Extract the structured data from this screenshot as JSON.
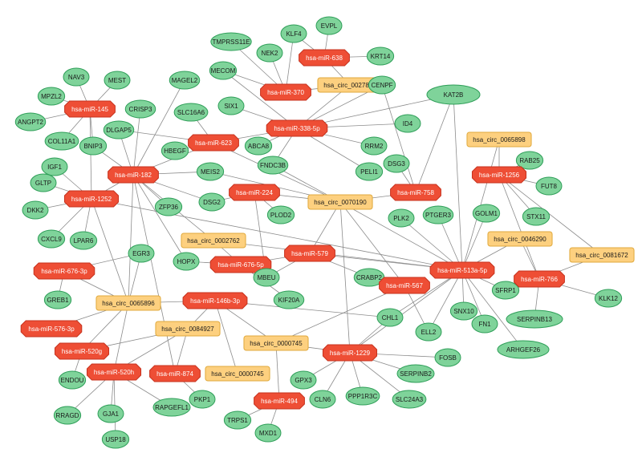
{
  "colors": {
    "gene_fill": "#7fd39a",
    "gene_stroke": "#2e9e58",
    "mirna_fill": "#ee4e35",
    "mirna_stroke": "#c7321d",
    "circ_fill": "#fdd07f",
    "circ_stroke": "#e0a93c",
    "edge": "#8c8c8c"
  },
  "node_types": {
    "gene": "ellipse",
    "mirna": "octagon",
    "circ": "rounded-rect"
  },
  "nodes": {
    "evpl": {
      "label": "EVPL",
      "type": "gene"
    },
    "klf4": {
      "label": "KLF4",
      "type": "gene"
    },
    "tmprss11e": {
      "label": "TMPRSS11E",
      "type": "gene"
    },
    "nek2": {
      "label": "NEK2",
      "type": "gene"
    },
    "krt14": {
      "label": "KRT14",
      "type": "gene"
    },
    "mir638": {
      "label": "hsa-miR-638",
      "type": "mirna"
    },
    "mecom": {
      "label": "MECOM",
      "type": "gene"
    },
    "mir370": {
      "label": "hsa-miR-370",
      "type": "mirna"
    },
    "circ0027821": {
      "label": "hsa_circ_0027821",
      "type": "circ"
    },
    "cenpf": {
      "label": "CENPF",
      "type": "gene"
    },
    "kat2b": {
      "label": "KAT2B",
      "type": "gene"
    },
    "nav3": {
      "label": "NAV3",
      "type": "gene"
    },
    "mest": {
      "label": "MEST",
      "type": "gene"
    },
    "magel2": {
      "label": "MAGEL2",
      "type": "gene"
    },
    "mpzl2": {
      "label": "MPZL2",
      "type": "gene"
    },
    "mir145": {
      "label": "hsa-miR-145",
      "type": "mirna"
    },
    "angpt2": {
      "label": "ANGPT2",
      "type": "gene"
    },
    "crisp3": {
      "label": "CRISP3",
      "type": "gene"
    },
    "col11a1": {
      "label": "COL11A1",
      "type": "gene"
    },
    "bnip3": {
      "label": "BNIP3",
      "type": "gene"
    },
    "dlgap5": {
      "label": "DLGAP5",
      "type": "gene"
    },
    "slc16a6": {
      "label": "SLC16A6",
      "type": "gene"
    },
    "six1": {
      "label": "SIX1",
      "type": "gene"
    },
    "mir338": {
      "label": "hsa-miR-338-5p",
      "type": "mirna"
    },
    "id4": {
      "label": "ID4",
      "type": "gene"
    },
    "mir623": {
      "label": "hsa-miR-623",
      "type": "mirna"
    },
    "abca8": {
      "label": "ABCA8",
      "type": "gene"
    },
    "rrm2": {
      "label": "RRM2",
      "type": "gene"
    },
    "circ0065898": {
      "label": "hsa_circ_0065898",
      "type": "circ"
    },
    "igf1": {
      "label": "IGF1",
      "type": "gene"
    },
    "hbegf": {
      "label": "HBEGF",
      "type": "gene"
    },
    "fndc3b": {
      "label": "FNDC3B",
      "type": "gene"
    },
    "peli1": {
      "label": "PELI1",
      "type": "gene"
    },
    "dsg3": {
      "label": "DSG3",
      "type": "gene"
    },
    "rab25": {
      "label": "RAB25",
      "type": "gene"
    },
    "gltp": {
      "label": "GLTP",
      "type": "gene"
    },
    "mir182": {
      "label": "hsa-miR-182",
      "type": "mirna"
    },
    "meis2": {
      "label": "MEIS2",
      "type": "gene"
    },
    "mir1256": {
      "label": "hsa-miR-1256",
      "type": "mirna"
    },
    "fut8": {
      "label": "FUT8",
      "type": "gene"
    },
    "mir224": {
      "label": "hsa-miR-224",
      "type": "mirna"
    },
    "mir758": {
      "label": "hsa-miR-758",
      "type": "mirna"
    },
    "mir1252": {
      "label": "hsa-miR-1252",
      "type": "mirna"
    },
    "dsg2": {
      "label": "DSG2",
      "type": "gene"
    },
    "circ0070190": {
      "label": "hsa_circ_0070190",
      "type": "circ"
    },
    "dkk2": {
      "label": "DKK2",
      "type": "gene"
    },
    "zfp36": {
      "label": "ZFP36",
      "type": "gene"
    },
    "plod2": {
      "label": "PLOD2",
      "type": "gene"
    },
    "stx11": {
      "label": "STX11",
      "type": "gene"
    },
    "plk2": {
      "label": "PLK2",
      "type": "gene"
    },
    "ptger3": {
      "label": "PTGER3",
      "type": "gene"
    },
    "golm1": {
      "label": "GOLM1",
      "type": "gene"
    },
    "cxcl9": {
      "label": "CXCL9",
      "type": "gene"
    },
    "lpar6": {
      "label": "LPAR6",
      "type": "gene"
    },
    "circ0002762": {
      "label": "hsa_circ_0002762",
      "type": "circ"
    },
    "circ0046290": {
      "label": "hsa_circ_0046290",
      "type": "circ"
    },
    "egr3": {
      "label": "EGR3",
      "type": "gene"
    },
    "circ0081672": {
      "label": "hsa_circ_0081672",
      "type": "circ"
    },
    "mir579": {
      "label": "hsa-miR-579",
      "type": "mirna"
    },
    "mir6763p": {
      "label": "hsa-miR-676-3p",
      "type": "mirna"
    },
    "hopx": {
      "label": "HOPX",
      "type": "gene"
    },
    "mir6765p": {
      "label": "hsa-miR-676-5p",
      "type": "mirna"
    },
    "mir513a": {
      "label": "hsa-miR-513a-5p",
      "type": "mirna"
    },
    "sfrp1": {
      "label": "SFRP1",
      "type": "gene"
    },
    "mir766": {
      "label": "hsa-miR-766",
      "type": "mirna"
    },
    "mbeu": {
      "label": "MBEU",
      "type": "gene"
    },
    "crabp2": {
      "label": "CRABP2",
      "type": "gene"
    },
    "greb1": {
      "label": "GREB1",
      "type": "gene"
    },
    "mir567": {
      "label": "hsa-miR-567",
      "type": "mirna"
    },
    "klk12": {
      "label": "KLK12",
      "type": "gene"
    },
    "circ0065896": {
      "label": "hsa_circ_0065896",
      "type": "circ"
    },
    "mir146b": {
      "label": "hsa-miR-146b-3p",
      "type": "mirna"
    },
    "kif20a": {
      "label": "KIF20A",
      "type": "gene"
    },
    "snx10": {
      "label": "SNX10",
      "type": "gene"
    },
    "serpinb13": {
      "label": "SERPINB13",
      "type": "gene"
    },
    "mir5763p": {
      "label": "hsa-miR-576-3p",
      "type": "mirna"
    },
    "circ0084927": {
      "label": "hsa_circ_0084927",
      "type": "circ"
    },
    "chl1": {
      "label": "CHL1",
      "type": "gene"
    },
    "ell2": {
      "label": "ELL2",
      "type": "gene"
    },
    "fn1": {
      "label": "FN1",
      "type": "gene"
    },
    "arhgef26": {
      "label": "ARHGEF26",
      "type": "gene"
    },
    "mir520g": {
      "label": "hsa-miR-520g",
      "type": "mirna"
    },
    "circ0000745a": {
      "label": "hsa_circ_0000745",
      "type": "circ"
    },
    "mir1229": {
      "label": "hsa-miR-1229",
      "type": "mirna"
    },
    "fosb": {
      "label": "FOSB",
      "type": "gene"
    },
    "endou": {
      "label": "ENDOU",
      "type": "gene"
    },
    "mir520h": {
      "label": "hsa-miR-520h",
      "type": "mirna"
    },
    "mir874": {
      "label": "hsa-miR-874",
      "type": "mirna"
    },
    "circ0000745b": {
      "label": "hsa_circ_0000745",
      "type": "circ"
    },
    "gpx3": {
      "label": "GPX3",
      "type": "gene"
    },
    "serpinb2": {
      "label": "SERPINB2",
      "type": "gene"
    },
    "rragd": {
      "label": "RRAGD",
      "type": "gene"
    },
    "gja1": {
      "label": "GJA1",
      "type": "gene"
    },
    "rapgefl1": {
      "label": "RAPGEFL1",
      "type": "gene"
    },
    "pkp1": {
      "label": "PKP1",
      "type": "gene"
    },
    "cln6": {
      "label": "CLN6",
      "type": "gene"
    },
    "ppp1r3c": {
      "label": "PPP1R3C",
      "type": "gene"
    },
    "slc24a3": {
      "label": "SLC24A3",
      "type": "gene"
    },
    "mir494": {
      "label": "hsa-miR-494",
      "type": "mirna"
    },
    "usp18": {
      "label": "USP18",
      "type": "gene"
    },
    "trps1": {
      "label": "TRPS1",
      "type": "gene"
    },
    "mxd1": {
      "label": "MXD1",
      "type": "gene"
    }
  },
  "edges": [
    [
      "mir638",
      "evpl"
    ],
    [
      "mir638",
      "klf4"
    ],
    [
      "mir638",
      "krt14"
    ],
    [
      "mir638",
      "circ0027821"
    ],
    [
      "mir370",
      "tmprss11e"
    ],
    [
      "mir370",
      "nek2"
    ],
    [
      "mir370",
      "mecom"
    ],
    [
      "mir370",
      "klf4"
    ],
    [
      "mir370",
      "circ0027821"
    ],
    [
      "circ0027821",
      "mir338"
    ],
    [
      "mir338",
      "cenpf"
    ],
    [
      "mir338",
      "kat2b"
    ],
    [
      "mir338",
      "id4"
    ],
    [
      "mir338",
      "rrm2"
    ],
    [
      "mir338",
      "peli1"
    ],
    [
      "mir338",
      "fndc3b"
    ],
    [
      "mir338",
      "abca8"
    ],
    [
      "mir338",
      "six1"
    ],
    [
      "mir338",
      "mecom"
    ],
    [
      "mir338",
      "mir623"
    ],
    [
      "mir623",
      "slc16a6"
    ],
    [
      "mir623",
      "dlgap5"
    ],
    [
      "mir623",
      "hbegf"
    ],
    [
      "mir623",
      "circ0070190"
    ],
    [
      "mir623",
      "mir182"
    ],
    [
      "mir145",
      "nav3"
    ],
    [
      "mir145",
      "mest"
    ],
    [
      "mir145",
      "mpzl2"
    ],
    [
      "mir145",
      "angpt2"
    ],
    [
      "mir145",
      "col11a1"
    ],
    [
      "mir145",
      "bnip3"
    ],
    [
      "mir145",
      "mir1252"
    ],
    [
      "mir182",
      "magel2"
    ],
    [
      "mir182",
      "crisp3"
    ],
    [
      "mir182",
      "bnip3"
    ],
    [
      "mir182",
      "dlgap5"
    ],
    [
      "mir182",
      "meis2"
    ],
    [
      "mir182",
      "zfp36"
    ],
    [
      "mir182",
      "dsg2"
    ],
    [
      "mir182",
      "hopx"
    ],
    [
      "mir182",
      "mir874"
    ],
    [
      "mir182",
      "circ0065896"
    ],
    [
      "mir182",
      "circ0002762"
    ],
    [
      "mir182",
      "mir1252"
    ],
    [
      "mir1252",
      "igf1"
    ],
    [
      "mir1252",
      "gltp"
    ],
    [
      "mir1252",
      "dkk2"
    ],
    [
      "mir1252",
      "cxcl9"
    ],
    [
      "mir1252",
      "lpar6"
    ],
    [
      "mir1252",
      "mir513a"
    ],
    [
      "mir1252",
      "circ0065896"
    ],
    [
      "meis2",
      "circ0070190"
    ],
    [
      "mir224",
      "dsg2"
    ],
    [
      "mir224",
      "plod2"
    ],
    [
      "mir224",
      "circ0070190"
    ],
    [
      "mir224",
      "mbeu"
    ],
    [
      "circ0070190",
      "fndc3b"
    ],
    [
      "circ0070190",
      "mir758"
    ],
    [
      "circ0070190",
      "mir513a"
    ],
    [
      "circ0070190",
      "mir1229"
    ],
    [
      "circ0070190",
      "mir567"
    ],
    [
      "circ0070190",
      "mir579"
    ],
    [
      "mir758",
      "dsg3"
    ],
    [
      "mir758",
      "kat2b"
    ],
    [
      "mir758",
      "cenpf"
    ],
    [
      "kat2b",
      "mir513a"
    ],
    [
      "circ0065898",
      "mir513a"
    ],
    [
      "circ0065898",
      "mir1256"
    ],
    [
      "mir1256",
      "rab25"
    ],
    [
      "mir1256",
      "fut8"
    ],
    [
      "mir1256",
      "stx11"
    ],
    [
      "mir1256",
      "circ0081672"
    ],
    [
      "mir1256",
      "mir766"
    ],
    [
      "mir513a",
      "plk2"
    ],
    [
      "mir513a",
      "ptger3"
    ],
    [
      "mir513a",
      "golm1"
    ],
    [
      "mir513a",
      "sfrp1"
    ],
    [
      "mir513a",
      "snx10"
    ],
    [
      "mir513a",
      "fn1"
    ],
    [
      "mir513a",
      "arhgef26"
    ],
    [
      "mir513a",
      "ell2"
    ],
    [
      "mir513a",
      "chl1"
    ],
    [
      "mir513a",
      "circ0046290"
    ],
    [
      "mir513a",
      "circ0002762"
    ],
    [
      "mir513a",
      "mir1229"
    ],
    [
      "mir513a",
      "mir579"
    ],
    [
      "circ0046290",
      "mir766"
    ],
    [
      "mir766",
      "serpinb13"
    ],
    [
      "mir766",
      "klk12"
    ],
    [
      "mir766",
      "sfrp1"
    ],
    [
      "circ0081672",
      "mir766"
    ],
    [
      "mir579",
      "crabp2"
    ],
    [
      "mir579",
      "mbeu"
    ],
    [
      "mir6765p",
      "kif20a"
    ],
    [
      "mir6765p",
      "hopx"
    ],
    [
      "mir6765p",
      "circ0002762"
    ],
    [
      "mir6765p",
      "mir579"
    ],
    [
      "mir567",
      "circ0000745a"
    ],
    [
      "mir567",
      "ell2"
    ],
    [
      "mir567",
      "crabp2"
    ],
    [
      "mir6763p",
      "egr3"
    ],
    [
      "mir6763p",
      "greb1"
    ],
    [
      "mir6763p",
      "circ0065896"
    ],
    [
      "egr3",
      "circ0065896"
    ],
    [
      "circ0065896",
      "mir146b"
    ],
    [
      "circ0065896",
      "mir5763p"
    ],
    [
      "circ0065896",
      "mir520g"
    ],
    [
      "circ0065896",
      "mir520h"
    ],
    [
      "mir146b",
      "circ0084927"
    ],
    [
      "mir146b",
      "circ0000745a"
    ],
    [
      "mir146b",
      "circ0000745b"
    ],
    [
      "mir146b",
      "chl1"
    ],
    [
      "circ0084927",
      "mir520g"
    ],
    [
      "circ0084927",
      "mir520h"
    ],
    [
      "circ0084927",
      "mir874"
    ],
    [
      "mir520g",
      "endou"
    ],
    [
      "mir520h",
      "rragd"
    ],
    [
      "mir520h",
      "gja1"
    ],
    [
      "mir520h",
      "usp18"
    ],
    [
      "mir520h",
      "rapgefl1"
    ],
    [
      "mir874",
      "pkp1"
    ],
    [
      "circ0000745a",
      "mir1229"
    ],
    [
      "circ0000745a",
      "mir494"
    ],
    [
      "mir1229",
      "fosb"
    ],
    [
      "mir1229",
      "serpinb2"
    ],
    [
      "mir1229",
      "slc24a3"
    ],
    [
      "mir1229",
      "ppp1r3c"
    ],
    [
      "mir1229",
      "cln6"
    ],
    [
      "mir1229",
      "gpx3"
    ],
    [
      "mir1229",
      "chl1"
    ],
    [
      "mir494",
      "trps1"
    ],
    [
      "mir494",
      "mxd1"
    ]
  ]
}
